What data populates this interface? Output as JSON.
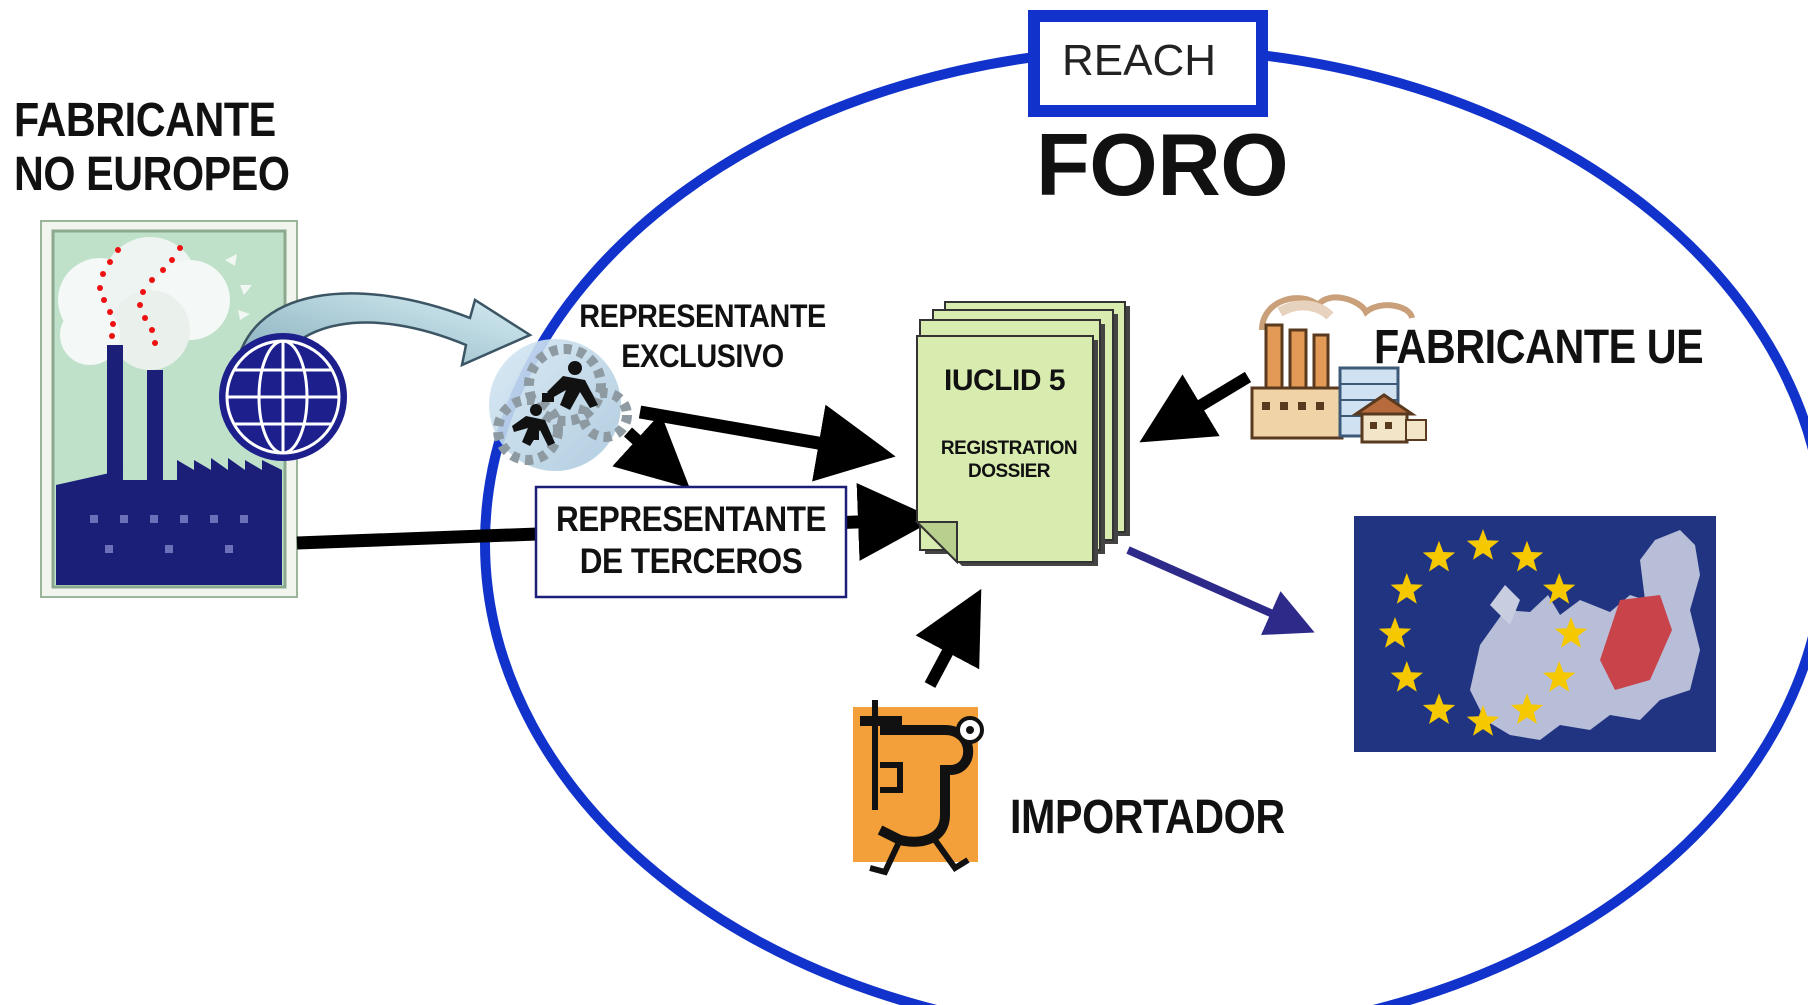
{
  "reach_box": {
    "label": "REACH"
  },
  "foro_title": "FORO",
  "fabricante_no_europeo": {
    "line1": "FABRICANTE",
    "line2": "NO EUROPEO"
  },
  "representante_exclusivo": {
    "line1": "REPRESENTANTE",
    "line2": "EXCLUSIVO"
  },
  "representante_terceros": {
    "line1": "REPRESENTANTE",
    "line2": "DE TERCEROS"
  },
  "dossier": {
    "title": "IUCLID 5",
    "sub1": "REGISTRATION",
    "sub2": "DOSSIER"
  },
  "fabricante_ue": "FABRICANTE UE",
  "importador": "IMPORTADOR",
  "colors": {
    "ellipse_blue": "#1133cc",
    "doc_green": "#d9ecb0",
    "eu_flag_blue": "#1e2f7a",
    "eu_star_yellow": "#f5c800",
    "arrow_black": "#000000",
    "arrow_purple": "#2e2a8a"
  },
  "icons": {
    "factory_non_eu": "smokestack-factory-icon",
    "globe": "globe-icon",
    "runners": "business-people-gears-icon",
    "factory_eu": "factory-buildings-icon",
    "clamp": "walking-clamp-icon",
    "eu_map": "eu-flag-map-icon"
  }
}
